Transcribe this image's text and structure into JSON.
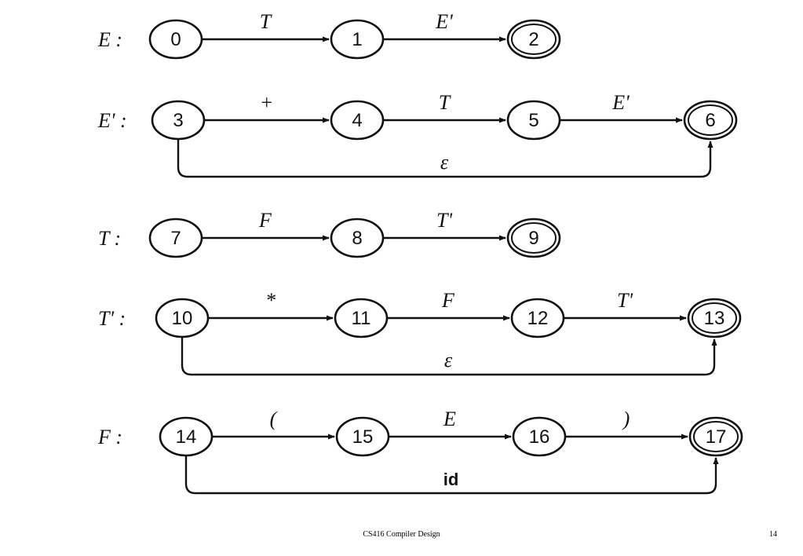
{
  "diagrams": [
    {
      "name": "E :",
      "states": [
        "0",
        "1",
        "2"
      ],
      "edges": [
        {
          "from": 0,
          "to": 1,
          "label": "T"
        },
        {
          "from": 1,
          "to": 2,
          "label": "E'"
        }
      ],
      "epsilon": null
    },
    {
      "name": "E' :",
      "states": [
        "3",
        "4",
        "5",
        "6"
      ],
      "edges": [
        {
          "from": 0,
          "to": 1,
          "label": "+"
        },
        {
          "from": 1,
          "to": 2,
          "label": "T"
        },
        {
          "from": 2,
          "to": 3,
          "label": "E'"
        }
      ],
      "epsilon": "ε"
    },
    {
      "name": "T :",
      "states": [
        "7",
        "8",
        "9"
      ],
      "edges": [
        {
          "from": 0,
          "to": 1,
          "label": "F"
        },
        {
          "from": 1,
          "to": 2,
          "label": "T'"
        }
      ],
      "epsilon": null
    },
    {
      "name": "T' :",
      "states": [
        "10",
        "11",
        "12",
        "13"
      ],
      "edges": [
        {
          "from": 0,
          "to": 1,
          "label": "*"
        },
        {
          "from": 1,
          "to": 2,
          "label": "F"
        },
        {
          "from": 2,
          "to": 3,
          "label": "T'"
        }
      ],
      "epsilon": "ε"
    },
    {
      "name": "F :",
      "states": [
        "14",
        "15",
        "16",
        "17"
      ],
      "edges": [
        {
          "from": 0,
          "to": 1,
          "label": "("
        },
        {
          "from": 1,
          "to": 2,
          "label": "E"
        },
        {
          "from": 2,
          "to": 3,
          "label": ")"
        }
      ],
      "epsilon": "id"
    }
  ],
  "footer": {
    "title": "CS416 Compiler Design",
    "page": "14"
  }
}
